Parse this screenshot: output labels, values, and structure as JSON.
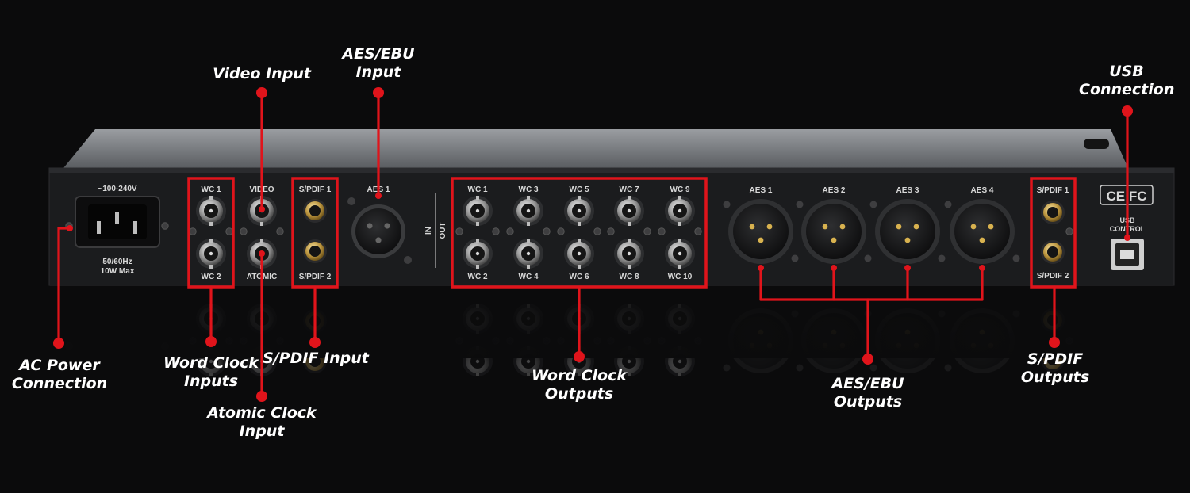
{
  "device": {
    "panel": {
      "voltage": "~100-240V",
      "power_rating_line1": "50/60Hz",
      "power_rating_line2": "10W Max",
      "bnc_labels": [
        "WC 1",
        "WC 2",
        "VIDEO",
        "ATOMIC"
      ],
      "spdif_in_labels": [
        "S/PDIF 1",
        "S/PDIF 2"
      ],
      "aes_in_label": "AES 1",
      "in_label": "IN",
      "out_label": "OUT",
      "wc_out_labels": [
        "WC 1",
        "WC 3",
        "WC 5",
        "WC 7",
        "WC 9",
        "WC 2",
        "WC 4",
        "WC 6",
        "WC 8",
        "WC 10"
      ],
      "aes_out_labels": [
        "AES 1",
        "AES 2",
        "AES 3",
        "AES 4"
      ],
      "spdif_out_labels": [
        "S/PDIF 1",
        "S/PDIF 2"
      ],
      "cert_marks": "CE FC",
      "usb_label_line1": "USB",
      "usb_label_line2": "CONTROL"
    }
  },
  "callouts": {
    "ac_power": [
      "AC Power",
      "Connection"
    ],
    "word_clock_inputs": [
      "Word Clock",
      "Inputs"
    ],
    "video_input": [
      "Video Input"
    ],
    "atomic_clock_input": [
      "Atomic Clock",
      "Input"
    ],
    "spdif_input": [
      "S/PDIF Input"
    ],
    "aes_ebu_input": [
      "AES/EBU",
      "Input"
    ],
    "word_clock_outputs": [
      "Word Clock",
      "Outputs"
    ],
    "aes_ebu_outputs": [
      "AES/EBU",
      "Outputs"
    ],
    "spdif_outputs": [
      "S/PDIF",
      "Outputs"
    ],
    "usb_connection": [
      "USB",
      "Connection"
    ]
  },
  "colors": {
    "background": "#0b0b0c",
    "chassis": "#1b1c1e",
    "callout_red": "#e0141b",
    "label_text": "#ffffff"
  }
}
